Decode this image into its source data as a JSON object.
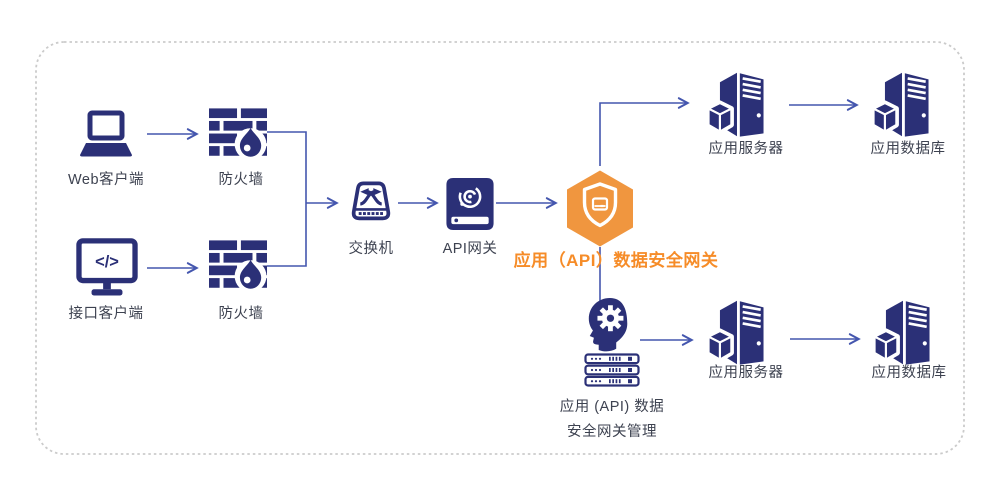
{
  "colors": {
    "icon_navy": "#2B3077",
    "accent_orange": "#F0963F",
    "orange_text": "#F68C28",
    "connector_blue": "#4456AE",
    "label_text": "#3D4250",
    "border_gray": "#CBCBCB"
  },
  "nodes": {
    "web_client": {
      "label": "Web客户端"
    },
    "firewall_top": {
      "label": "防火墙"
    },
    "interface_client": {
      "label": "接口客户端"
    },
    "firewall_bottom": {
      "label": "防火墙"
    },
    "switch": {
      "label": "交换机"
    },
    "api_gateway": {
      "label": "API网关"
    },
    "security_gateway": {
      "label": "应用（API）数据安全网关"
    },
    "app_server_top": {
      "label": "应用服务器"
    },
    "app_db_top": {
      "label": "应用数据库"
    },
    "gateway_management": {
      "label_line1": "应用 (API) 数据",
      "label_line2": "安全网关管理"
    },
    "app_server_bottom": {
      "label": "应用服务器"
    },
    "app_db_bottom": {
      "label": "应用数据库"
    }
  }
}
